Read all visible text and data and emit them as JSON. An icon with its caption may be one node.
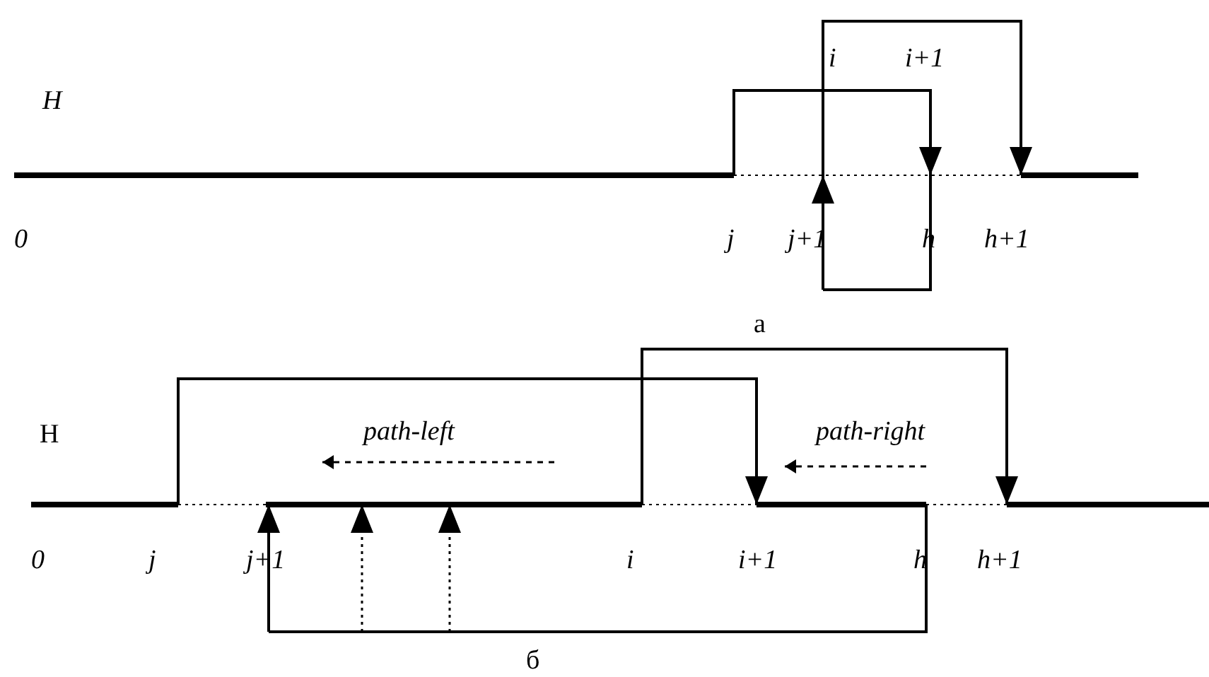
{
  "diagram": {
    "labels": [
      "i",
      "i+1",
      "H",
      "0",
      "j",
      "j+1",
      "h",
      "h+1",
      "а",
      "H",
      "path-left",
      "path-right",
      "0",
      "j",
      "j+1",
      "i",
      "i+1",
      "h",
      "h+1",
      "б"
    ]
  }
}
